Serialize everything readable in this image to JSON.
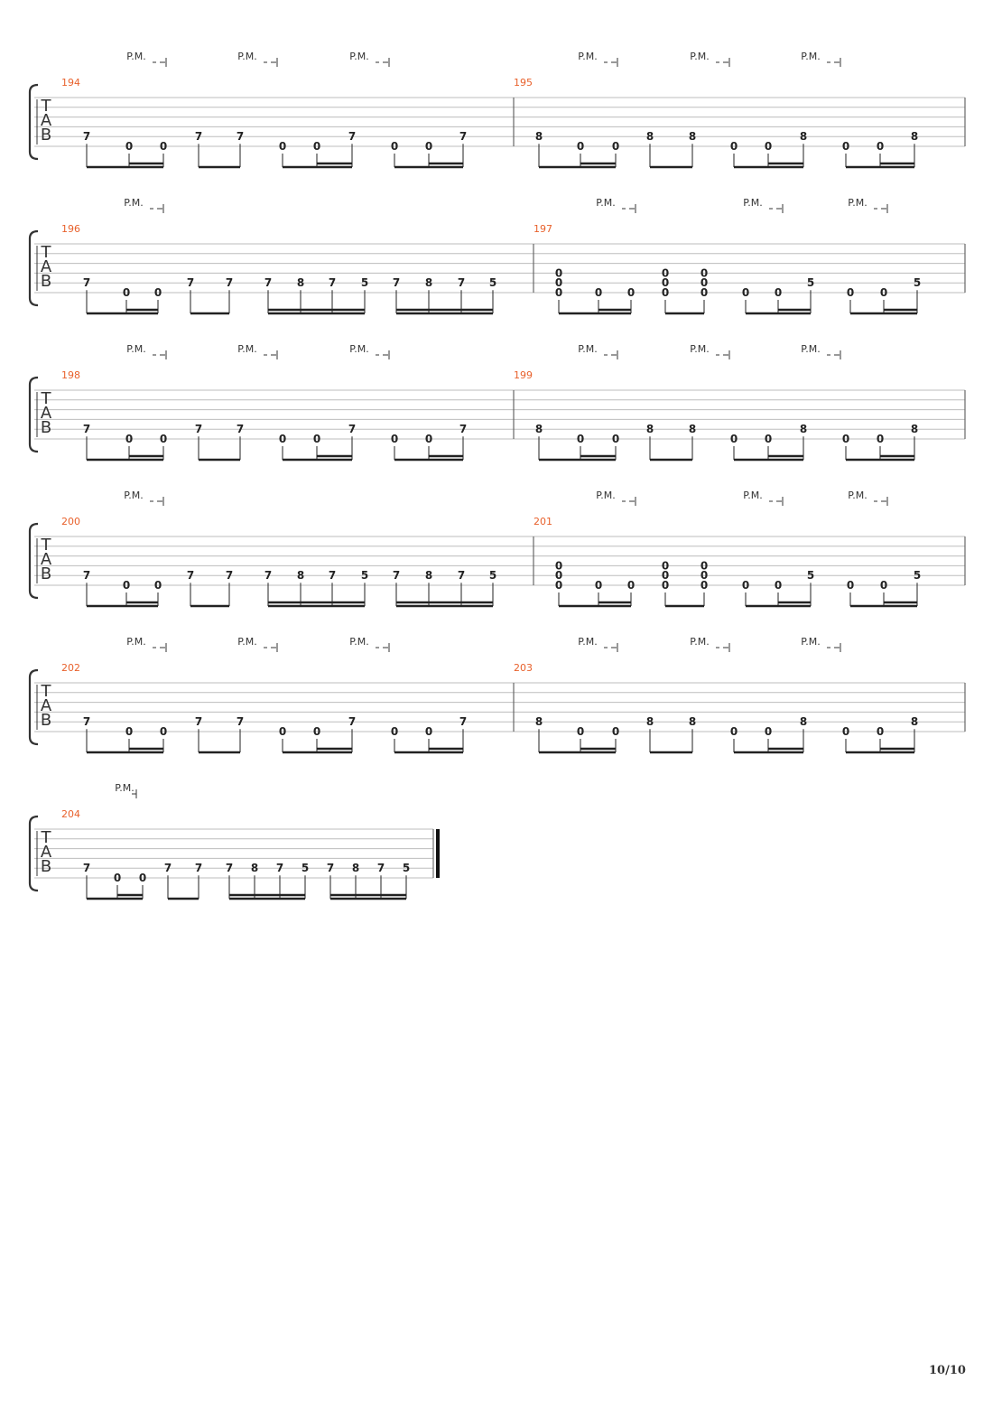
{
  "page": {
    "number": "10/10"
  },
  "labels": {
    "tab": [
      "T",
      "A",
      "B"
    ],
    "palm_mute": "P.M."
  },
  "colors": {
    "measure_number": "#e8612c",
    "ink": "#222222",
    "staff_line": "#bdbdbd"
  },
  "patterns": {
    "A7": {
      "notes": [
        [
          0,
          "7"
        ],
        [
          1,
          "0"
        ],
        [
          1,
          "0"
        ],
        [
          0,
          "7"
        ],
        [
          0,
          "7"
        ],
        [
          1,
          "0"
        ],
        [
          1,
          "0"
        ],
        [
          0,
          "7"
        ],
        [
          1,
          "0"
        ],
        [
          1,
          "0"
        ],
        [
          0,
          "7"
        ]
      ],
      "pm": [
        1,
        4,
        7
      ]
    },
    "A8": {
      "notes": [
        [
          0,
          "8"
        ],
        [
          1,
          "0"
        ],
        [
          1,
          "0"
        ],
        [
          0,
          "8"
        ],
        [
          0,
          "8"
        ],
        [
          1,
          "0"
        ],
        [
          1,
          "0"
        ],
        [
          0,
          "8"
        ],
        [
          1,
          "0"
        ],
        [
          1,
          "0"
        ],
        [
          0,
          "8"
        ]
      ],
      "pm": [
        1,
        4,
        7
      ]
    },
    "B": {
      "notes": [
        [
          0,
          "7"
        ],
        [
          1,
          "0"
        ],
        [
          1,
          "0"
        ],
        [
          0,
          "7"
        ],
        [
          0,
          "7"
        ],
        [
          0,
          "7"
        ],
        [
          0,
          "8"
        ],
        [
          0,
          "7"
        ],
        [
          0,
          "5"
        ],
        [
          0,
          "7"
        ],
        [
          0,
          "8"
        ],
        [
          0,
          "7"
        ],
        [
          0,
          "5"
        ]
      ],
      "pm": [
        1
      ]
    },
    "C": {
      "notes": [
        [
          2,
          "0"
        ],
        [
          1,
          "0"
        ],
        [
          1,
          "0"
        ],
        [
          2,
          "0"
        ],
        [
          2,
          "0"
        ],
        [
          1,
          "0"
        ],
        [
          1,
          "0"
        ],
        [
          0,
          "5"
        ],
        [
          1,
          "0"
        ],
        [
          1,
          "0"
        ],
        [
          0,
          "5"
        ]
      ],
      "pm": [
        1,
        5,
        8
      ]
    }
  },
  "systems": [
    {
      "measures": [
        {
          "number": "194",
          "pattern": "A7"
        },
        {
          "number": "195",
          "pattern": "A8"
        }
      ]
    },
    {
      "measures": [
        {
          "number": "196",
          "pattern": "B"
        },
        {
          "number": "197",
          "pattern": "C"
        }
      ]
    },
    {
      "measures": [
        {
          "number": "198",
          "pattern": "A7"
        },
        {
          "number": "199",
          "pattern": "A8"
        }
      ]
    },
    {
      "measures": [
        {
          "number": "200",
          "pattern": "B"
        },
        {
          "number": "201",
          "pattern": "C"
        }
      ]
    },
    {
      "measures": [
        {
          "number": "202",
          "pattern": "A7"
        },
        {
          "number": "203",
          "pattern": "A8"
        }
      ]
    },
    {
      "measures": [
        {
          "number": "204",
          "pattern": "B"
        }
      ],
      "final": true
    }
  ]
}
